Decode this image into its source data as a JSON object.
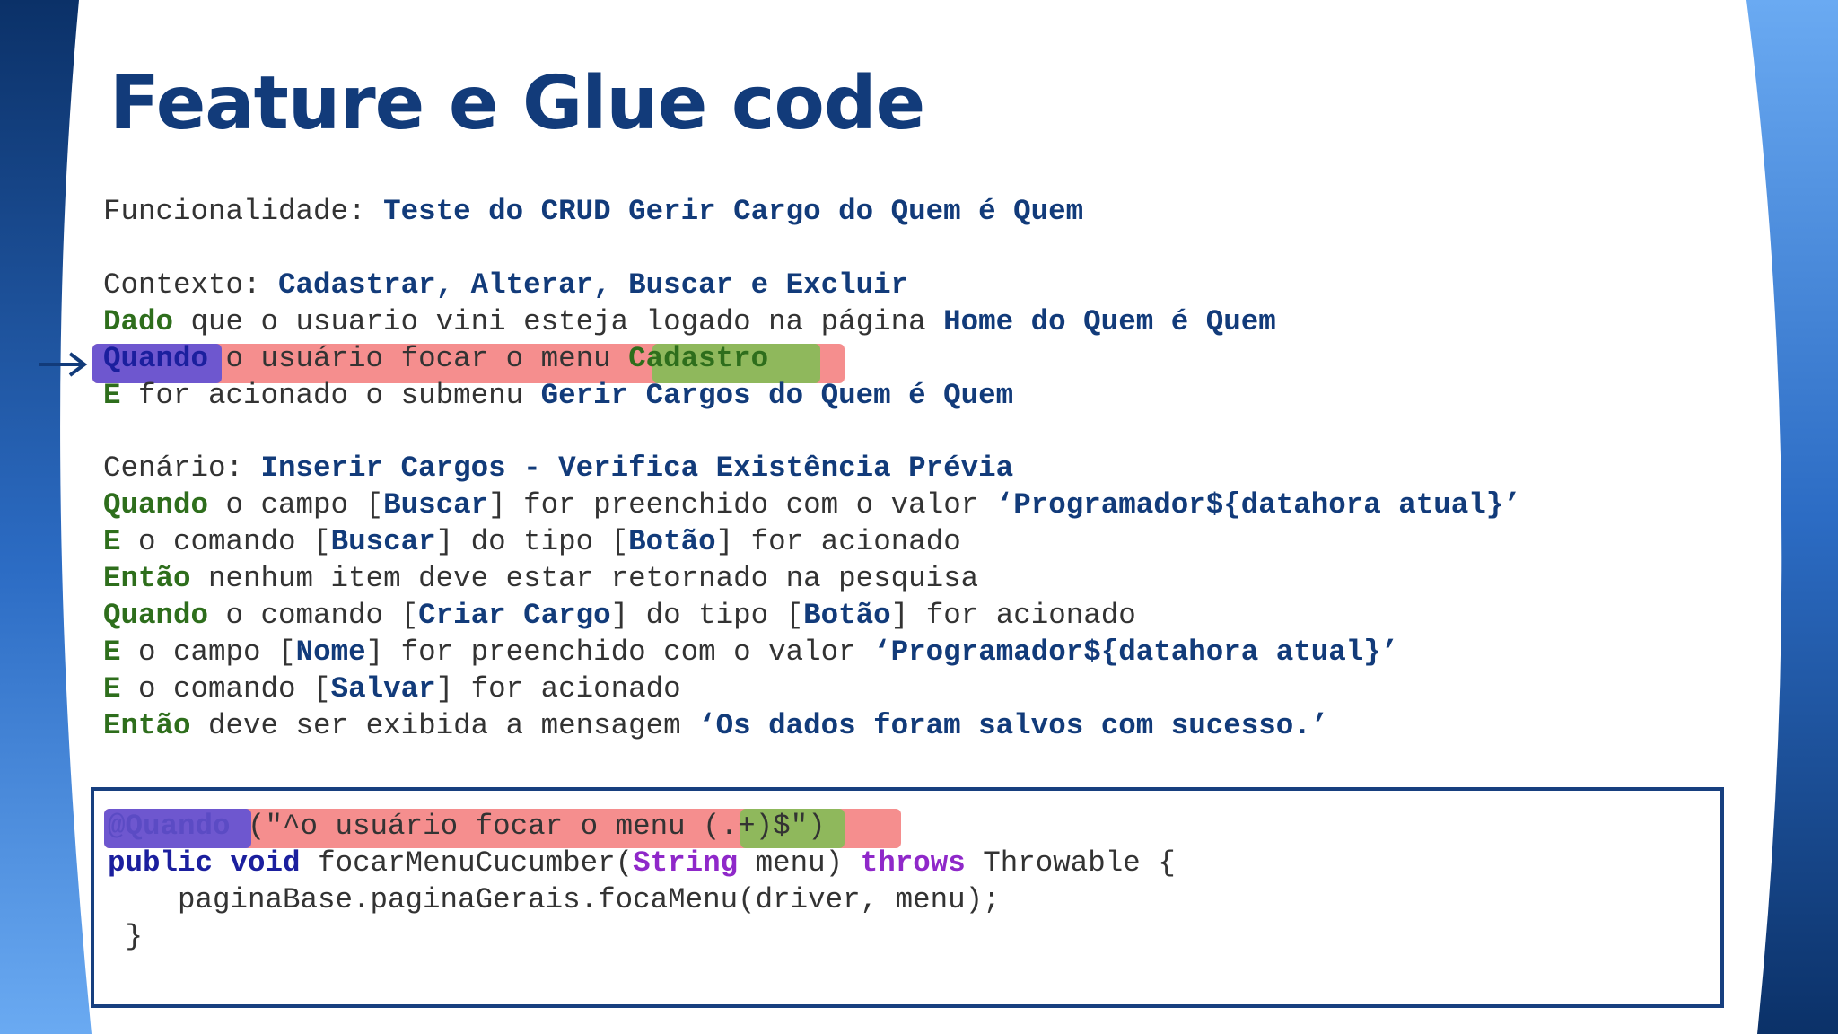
{
  "slide": {
    "title": "Feature e Glue code",
    "feature": {
      "funcionalidade_label": "Funcionalidade: ",
      "funcionalidade_value": "Teste do CRUD Gerir Cargo do Quem é Quem",
      "contexto_label": "Contexto: ",
      "contexto_value": "Cadastrar, Alterar, Buscar e Excluir",
      "dado_kw": "Dado",
      "dado_text": " que o usuario vini esteja logado na página ",
      "dado_value": "Home do Quem é Quem",
      "quando_kw": "Quando",
      "quando_text": " o usuário focar o menu ",
      "quando_value": "Cadastro",
      "e1_kw": "E",
      "e1_text": " for acionado o submenu ",
      "e1_value": "Gerir Cargos do Quem é Quem",
      "cenario_label": "Cenário: ",
      "cenario_value": "Inserir Cargos - Verifica Existência Prévia",
      "s1_kw": "Quando",
      "s1_a": " o campo [",
      "s1_b": "Buscar",
      "s1_c": "] for preenchido com o valor ",
      "s1_d": "‘Programador${datahora atual}’",
      "s2_kw": "E",
      "s2_a": " o comando [",
      "s2_b": "Buscar",
      "s2_c": "] do tipo [",
      "s2_d": "Botão",
      "s2_e": "] for acionado",
      "s3_kw": "Então",
      "s3_a": " nenhum item deve estar retornado na pesquisa",
      "s4_kw": "Quando",
      "s4_a": " o comando [",
      "s4_b": "Criar Cargo",
      "s4_c": "] do tipo [",
      "s4_d": "Botão",
      "s4_e": "] for acionado",
      "s5_kw": "E",
      "s5_a": " o campo [",
      "s5_b": "Nome",
      "s5_c": "] for preenchido com o valor ",
      "s5_d": "‘Programador${datahora atual}’",
      "s6_kw": "E",
      "s6_a": " o comando [",
      "s6_b": "Salvar",
      "s6_c": "] for acionado",
      "s7_kw": "Então",
      "s7_a": " deve ser exibida a mensagem ",
      "s7_b": "‘Os dados foram salvos com sucesso.’"
    },
    "code": {
      "annotation": "@Quando",
      "regex_a": " (\"^o usuário focar o menu ",
      "regex_b": "(.+)$",
      "regex_c": "\")",
      "kw_public": "public",
      "kw_void": " void",
      "method": " focarMenuCucumber(",
      "type_string": "String",
      "param": " menu) ",
      "kw_throws": "throws",
      "throwable": " Throwable {",
      "body": "    paginaBase.paginaGerais.focaMenu(driver, menu);",
      "close": " }"
    },
    "colors": {
      "title": "#123b7a",
      "keyword_green": "#2e6e1c",
      "value_blue": "#123b7a",
      "highlight_red": "#f58e8e",
      "highlight_purple": "#6e57cf",
      "highlight_green": "#8fb85c",
      "side_gradient_dark": "#0b3168",
      "side_gradient_light": "#6aaaf2"
    }
  }
}
